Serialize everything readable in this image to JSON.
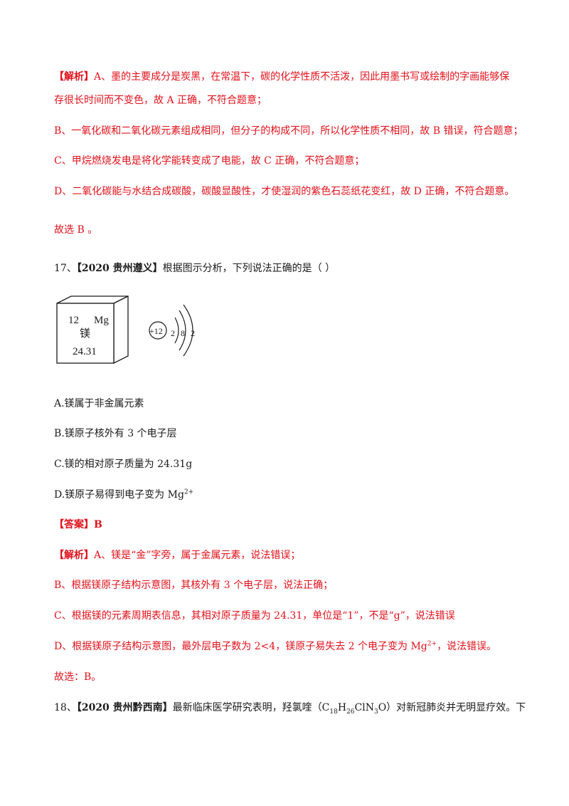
{
  "analysis16": {
    "label": "【解析】",
    "a_line1": "A、墨的主要成分是炭黑，在常温下，碳的化学性质不活泼，因此用墨书写或绘制的字画能够保",
    "a_line2": "存很长时间而不变色，故 A 正确，不符合题意；",
    "b": "B、一氧化碳和二氧化碳元素组成相同，但分子的构成不同，所以化学性质不相同，故 B 错误，符合题意；",
    "c": "C、甲烷燃烧发电是将化学能转变成了电能，故 C 正确，不符合题意；",
    "d": "D、二氧化碳能与水结合成碳酸，碳酸显酸性，才使湿润的紫色石蕊纸花变红，故 D 正确，不符合题意。",
    "conclusion": "故选 B      。"
  },
  "q17": {
    "number": "17、",
    "source": "【2020 贵州遵义】",
    "stem": "根据图示分析，下列说法正确的是（     ）",
    "tile": {
      "atomic_number": "12",
      "symbol": "Mg",
      "name": "镁",
      "mass": "24.31"
    },
    "atom": {
      "nucleus": "+12",
      "shells": [
        "2",
        "8",
        "2"
      ]
    },
    "options": {
      "a": "A.镁属于非金属元素",
      "b": "B.镁原子核外有 3 个电子层",
      "c": "C.镁的相对原子质量为 24.31g",
      "d_text": "D.镁原子易得到电子变为 Mg",
      "d_sup": "2+"
    },
    "answer": "【答案】B",
    "analysis": {
      "label": "【解析】",
      "a": "A、镁是“金”字旁，属于金属元素，说法错误；",
      "b": "B、根据镁原子结构示意图，其核外有 3 个电子层，说法正确；",
      "c": "C、根据镁的元素周期表信息，其相对原子质量为 24.31，单位是“1”，不是“g”，说法错误",
      "d_text": "D、根据镁原子结构示意图，最外层电子数为 2<4，镁原子易失去 2 个电子变为 Mg",
      "d_sup": "2+",
      "d_tail": "，说法错误。"
    },
    "conclusion": "故选：B。"
  },
  "q18": {
    "number": "18、",
    "source": "【2020 贵州黔西南】",
    "stem_before": "最新临床医学研究表明，羟氯喹（C",
    "f1": "18",
    "f2": "H",
    "f3": "26",
    "f4": "ClN",
    "f5": "3",
    "f6": "O）对新冠肺炎并无明显疗效。下"
  }
}
